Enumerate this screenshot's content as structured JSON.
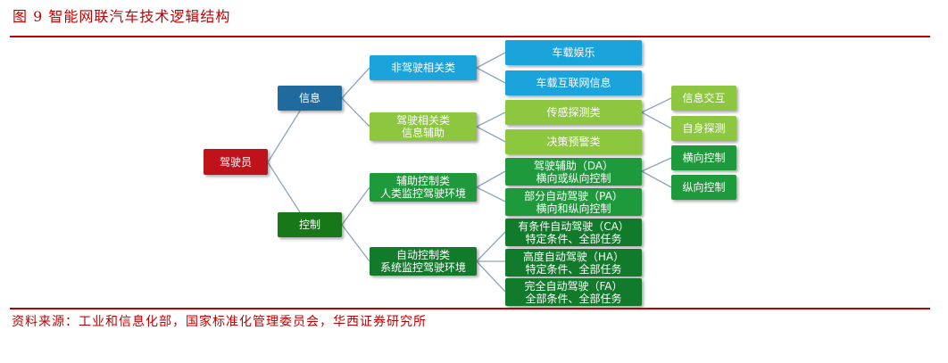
{
  "figure": {
    "title": "图 9  智能网联汽车技术逻辑结构",
    "source": "资料来源：工业和信息化部，国家标准化管理委员会，华西证券研究所"
  },
  "diagram": {
    "root": "驾驶员",
    "info": "信息",
    "control": "控制",
    "non_driving": "非驾驶相关类",
    "in_car_entertainment": "车载娱乐",
    "in_car_internet": "车载互联网信息",
    "driving_info": "驾驶相关类\n信息辅助",
    "sensing": "传感探测类",
    "decision": "决策预警类",
    "info_exchange": "信息交互",
    "self_sensing": "自身探测",
    "assist_control": "辅助控制类\n人类监控驾驶环境",
    "auto_control": "自动控制类\n系统监控驾驶环境",
    "da": "驾驶辅助（DA）\n横向或纵向控制",
    "pa": "部分自动驾驶（PA）\n横向和纵向控制",
    "lateral": "横向控制",
    "longitudinal": "纵向控制",
    "ca": "有条件自动驾驶（CA）\n特定条件、全部任务",
    "ha": "高度自动驾驶（HA）\n特定条件、全部任务",
    "fa": "完全自动驾驶（FA）\n全部条件、全部任务"
  }
}
